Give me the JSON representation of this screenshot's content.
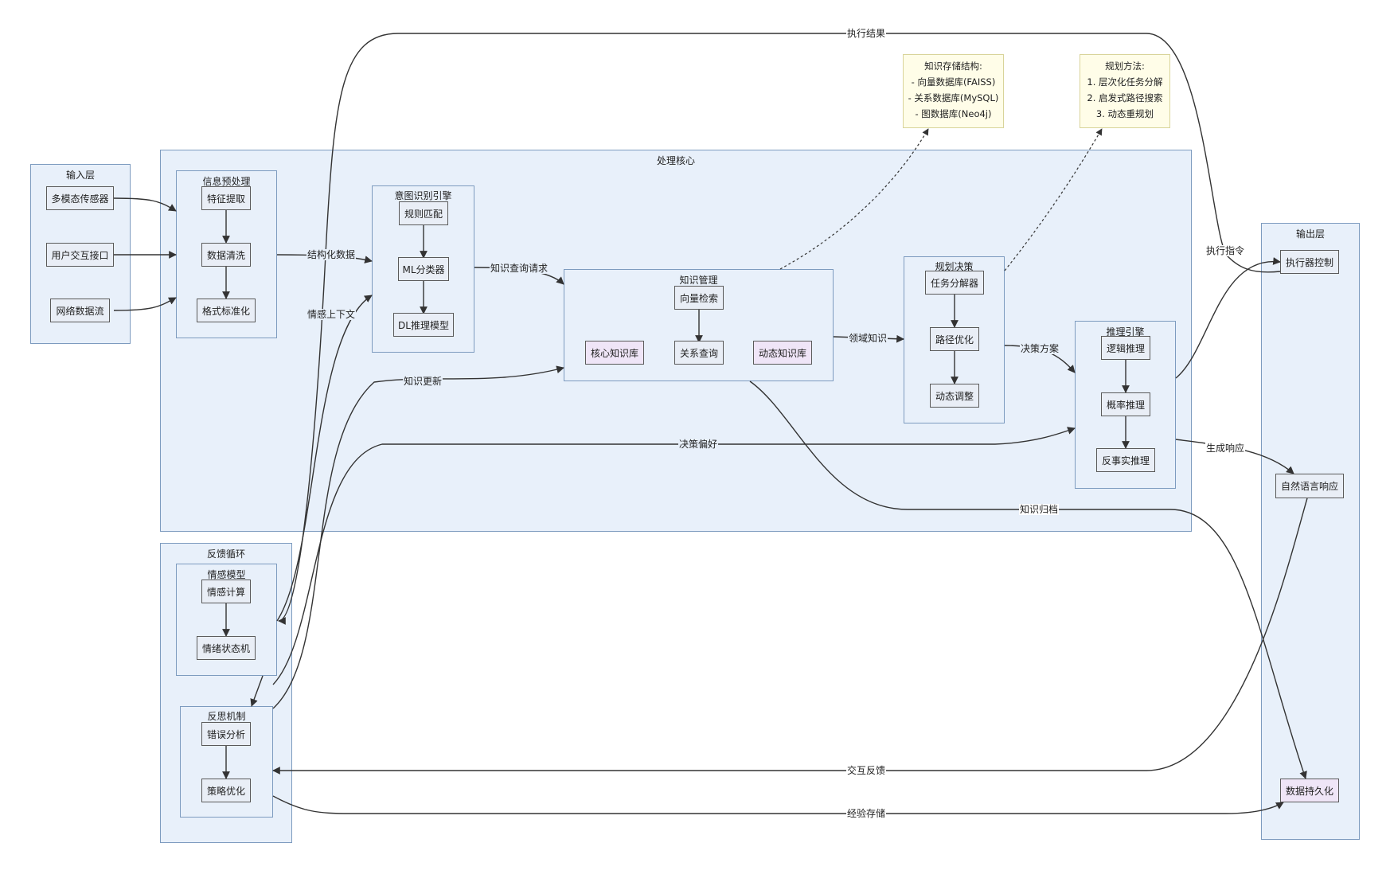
{
  "groups": {
    "input": "输入层",
    "core": "处理核心",
    "feedback": "反馈循环",
    "output": "输出层",
    "preprocess": "信息预处理",
    "intent": "意图识别引擎",
    "knowledge": "知识管理",
    "planning": "规划决策",
    "reasoning": "推理引擎",
    "emotion": "情感模型",
    "reflection": "反思机制"
  },
  "nodes": {
    "sensor": "多模态传感器",
    "user_iface": "用户交互接口",
    "net_stream": "网络数据流",
    "feature": "特征提取",
    "clean": "数据清洗",
    "format": "格式标准化",
    "rule": "规则匹配",
    "ml": "ML分类器",
    "dl": "DL推理模型",
    "vector": "向量检索",
    "core_kb": "核心知识库",
    "relation": "关系查询",
    "dynamic_kb": "动态知识库",
    "task": "任务分解器",
    "path": "路径优化",
    "adjust": "动态调整",
    "logic": "逻辑推理",
    "prob": "概率推理",
    "counter": "反事实推理",
    "emo_calc": "情感计算",
    "emo_state": "情绪状态机",
    "error": "错误分析",
    "strategy": "策略优化",
    "executor": "执行器控制",
    "nl": "自然语言响应",
    "persist": "数据持久化"
  },
  "notes": {
    "storage": [
      "知识存储结构:",
      "- 向量数据库(FAISS)",
      "- 关系数据库(MySQL)",
      "- 图数据库(Neo4j)"
    ],
    "planning": [
      "规划方法:",
      "1. 层次化任务分解",
      "2. 启发式路径搜索",
      "3. 动态重规划"
    ]
  },
  "edge_labels": {
    "exec_result": "执行结果",
    "structured": "结构化数据",
    "emotion_ctx": "情感上下文",
    "kq_request": "知识查询请求",
    "k_update": "知识更新",
    "domain_k": "领域知识",
    "decision_plan": "决策方案",
    "decision_pref": "决策偏好",
    "k_archive": "知识归档",
    "exec_cmd": "执行指令",
    "gen_resp": "生成响应",
    "interact_fb": "交互反馈",
    "exp_store": "经验存储"
  },
  "colors": {
    "group_fill": "#e8f0fa",
    "group_border": "#7d9bbf",
    "node_fill": "#e9eef6",
    "node_purple": "#efe5f7",
    "note_fill": "#fffde8",
    "edge": "#333333"
  }
}
